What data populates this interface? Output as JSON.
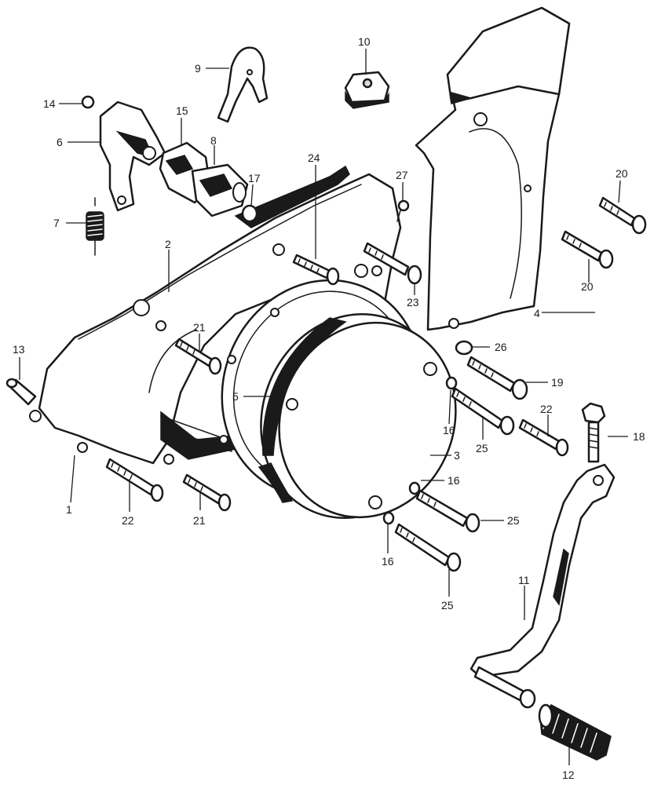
{
  "callouts": {
    "c1": "1",
    "c2": "2",
    "c3": "3",
    "c4": "4",
    "c5": "5",
    "c6": "6",
    "c7": "7",
    "c8": "8",
    "c9": "9",
    "c10": "10",
    "c11": "11",
    "c12": "12",
    "c13": "13",
    "c14": "14",
    "c15": "15",
    "c16a": "16",
    "c16b": "16",
    "c16c": "16",
    "c17": "17",
    "c18": "18",
    "c19": "19",
    "c20a": "20",
    "c20b": "20",
    "c21a": "21",
    "c21b": "21",
    "c22a": "22",
    "c22b": "22",
    "c23": "23",
    "c24": "24",
    "c25a": "25",
    "c25b": "25",
    "c25c": "25",
    "c26": "26",
    "c27": "27"
  }
}
